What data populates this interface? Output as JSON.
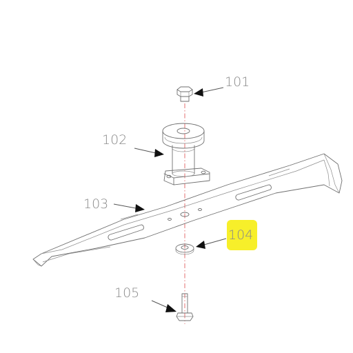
{
  "parts": [
    {
      "id": "p101",
      "number": "101"
    },
    {
      "id": "p102",
      "number": "102"
    },
    {
      "id": "p103",
      "number": "103"
    },
    {
      "id": "p104",
      "number": "104",
      "highlighted": true
    },
    {
      "id": "p105",
      "number": "105"
    }
  ],
  "colors": {
    "highlight": "#f7ef2a",
    "label": "#8a8a8a",
    "axis": "#e06060",
    "lineart": "#6e6e6e"
  }
}
